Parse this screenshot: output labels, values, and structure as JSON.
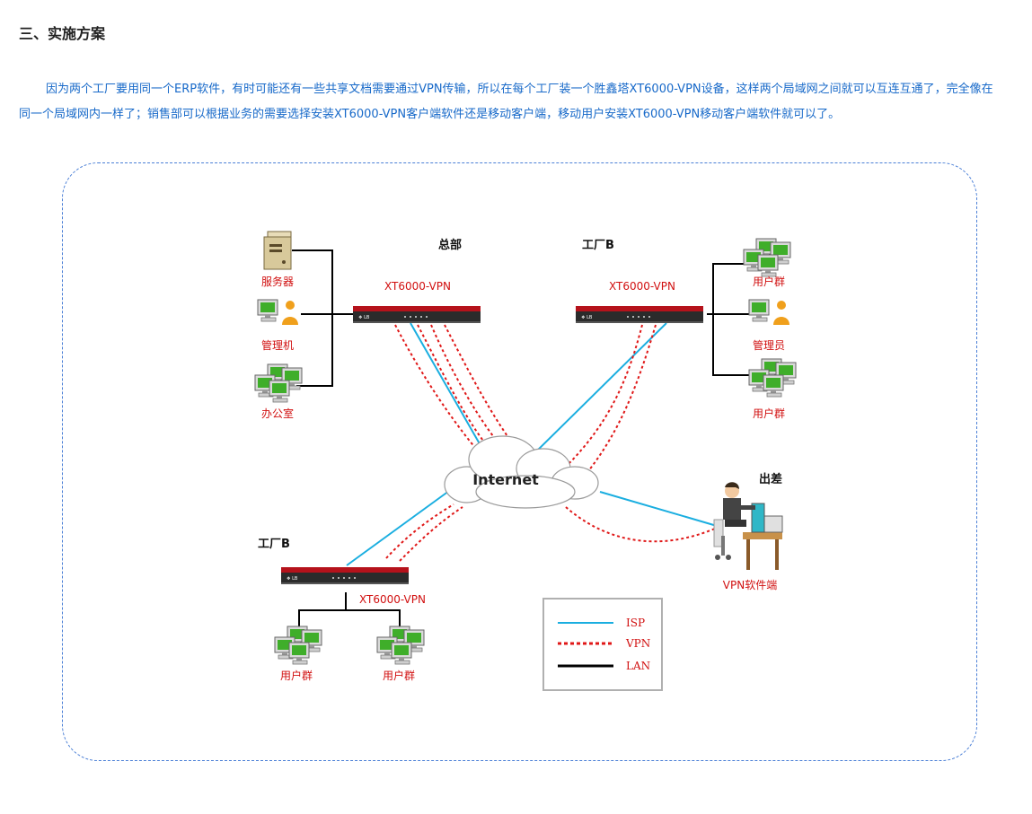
{
  "heading": "三、实施方案",
  "paragraph": "因为两个工厂要用同一个ERP软件，有时可能还有一些共享文档需要通过VPN传输，所以在每个工厂装一个胜鑫塔XT6000-VPN设备，这样两个局域网之间就可以互连互通了，完全像在同一个局域网内一样了；销售部可以根据业务的需要选择安装XT6000-VPN客户端软件还是移动客户端，移动用户安装XT6000-VPN移动客户端软件就可以了。",
  "diagram": {
    "hq": {
      "title": "总部",
      "device_label": "XT6000-VPN",
      "server_label": "服务器",
      "admin_pc_label": "管理机",
      "office_label": "办公室"
    },
    "factory_b_top": {
      "title": "工厂B",
      "device_label": "XT6000-VPN",
      "users1_label": "用户群",
      "admin_label": "管理员",
      "users2_label": "用户群"
    },
    "factory_b_bottom": {
      "title": "工厂B",
      "device_label": "XT6000-VPN",
      "users1_label": "用户群",
      "users2_label": "用户群"
    },
    "travel": {
      "title": "出差",
      "client_label": "VPN软件端"
    },
    "internet_label": "Internet",
    "legend": [
      {
        "label": "ISP",
        "color": "#1aaee0",
        "style": "solid"
      },
      {
        "label": "VPN",
        "color": "#e01818",
        "style": "dashed"
      },
      {
        "label": "LAN",
        "color": "#000000",
        "style": "solid"
      }
    ]
  }
}
